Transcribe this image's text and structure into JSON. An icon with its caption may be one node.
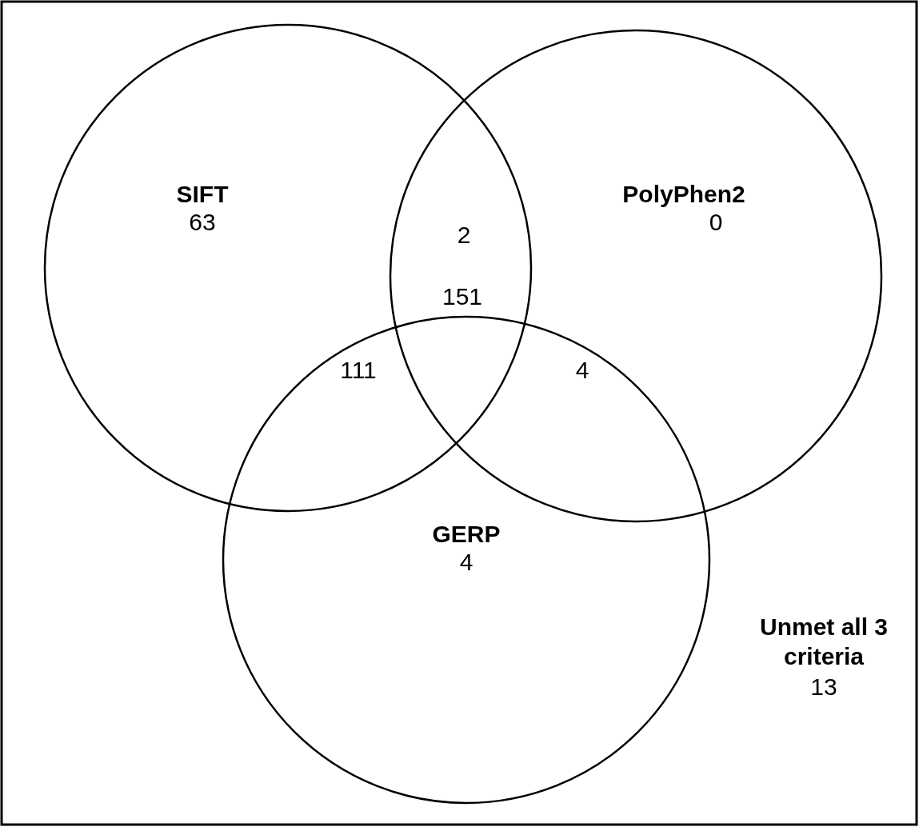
{
  "diagram": {
    "nodes": [
      {
        "text": [
          "SIFT",
          "63"
        ]
      },
      {
        "text": [
          "PolyPhen2",
          "0"
        ]
      },
      {
        "text": [
          "GERP",
          "4"
        ]
      }
    ],
    "labels": [
      "2",
      "151",
      "111",
      "4",
      "Unmet all 3 criteria",
      "13"
    ]
  }
}
